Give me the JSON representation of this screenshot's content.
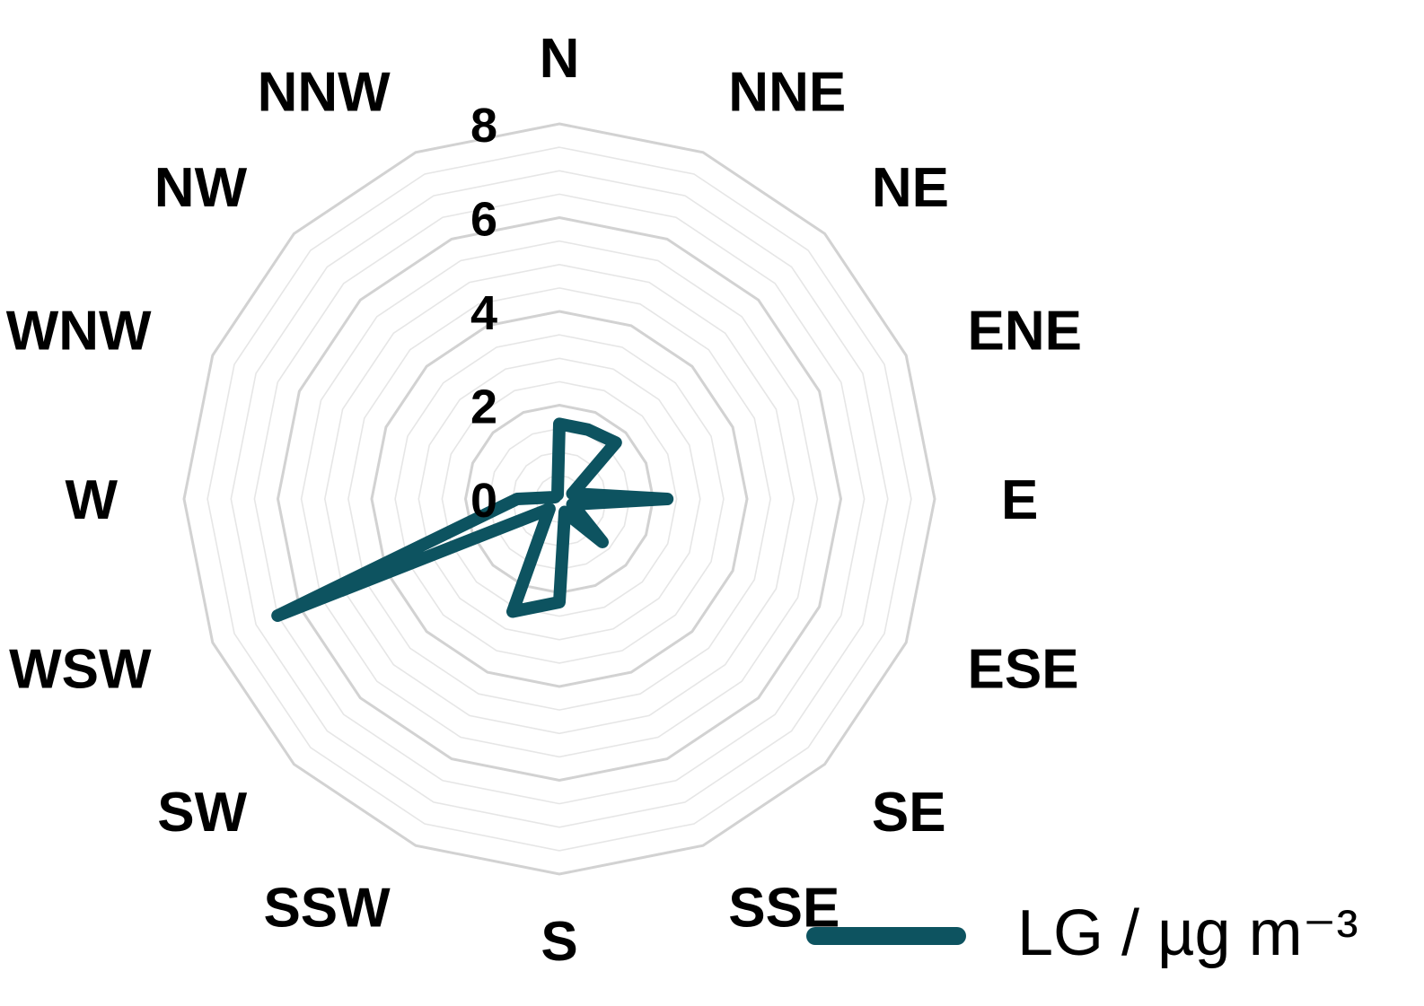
{
  "chart_data": {
    "type": "radar",
    "categories": [
      "N",
      "NNE",
      "NE",
      "ENE",
      "E",
      "ESE",
      "SE",
      "SSE",
      "S",
      "SSW",
      "SW",
      "WSW",
      "W",
      "WNW",
      "NW",
      "NNW"
    ],
    "series": [
      {
        "name": "LG / µg m⁻³",
        "color": "#0d5360",
        "values": [
          1.6,
          1.6,
          1.7,
          0.3,
          2.3,
          0.3,
          1.3,
          0.3,
          2.2,
          2.6,
          0.3,
          6.5,
          0.9,
          0.1,
          0.1,
          0.1
        ]
      }
    ],
    "r_ticks": [
      "0",
      "2",
      "4",
      "6",
      "8"
    ],
    "r_range": [
      0,
      8
    ],
    "minor_step": 0.5,
    "grid": true,
    "legend_position": "bottom-right",
    "colors": {
      "grid_major": "#d2d2d2",
      "grid_minor": "#e6e6e6"
    }
  }
}
